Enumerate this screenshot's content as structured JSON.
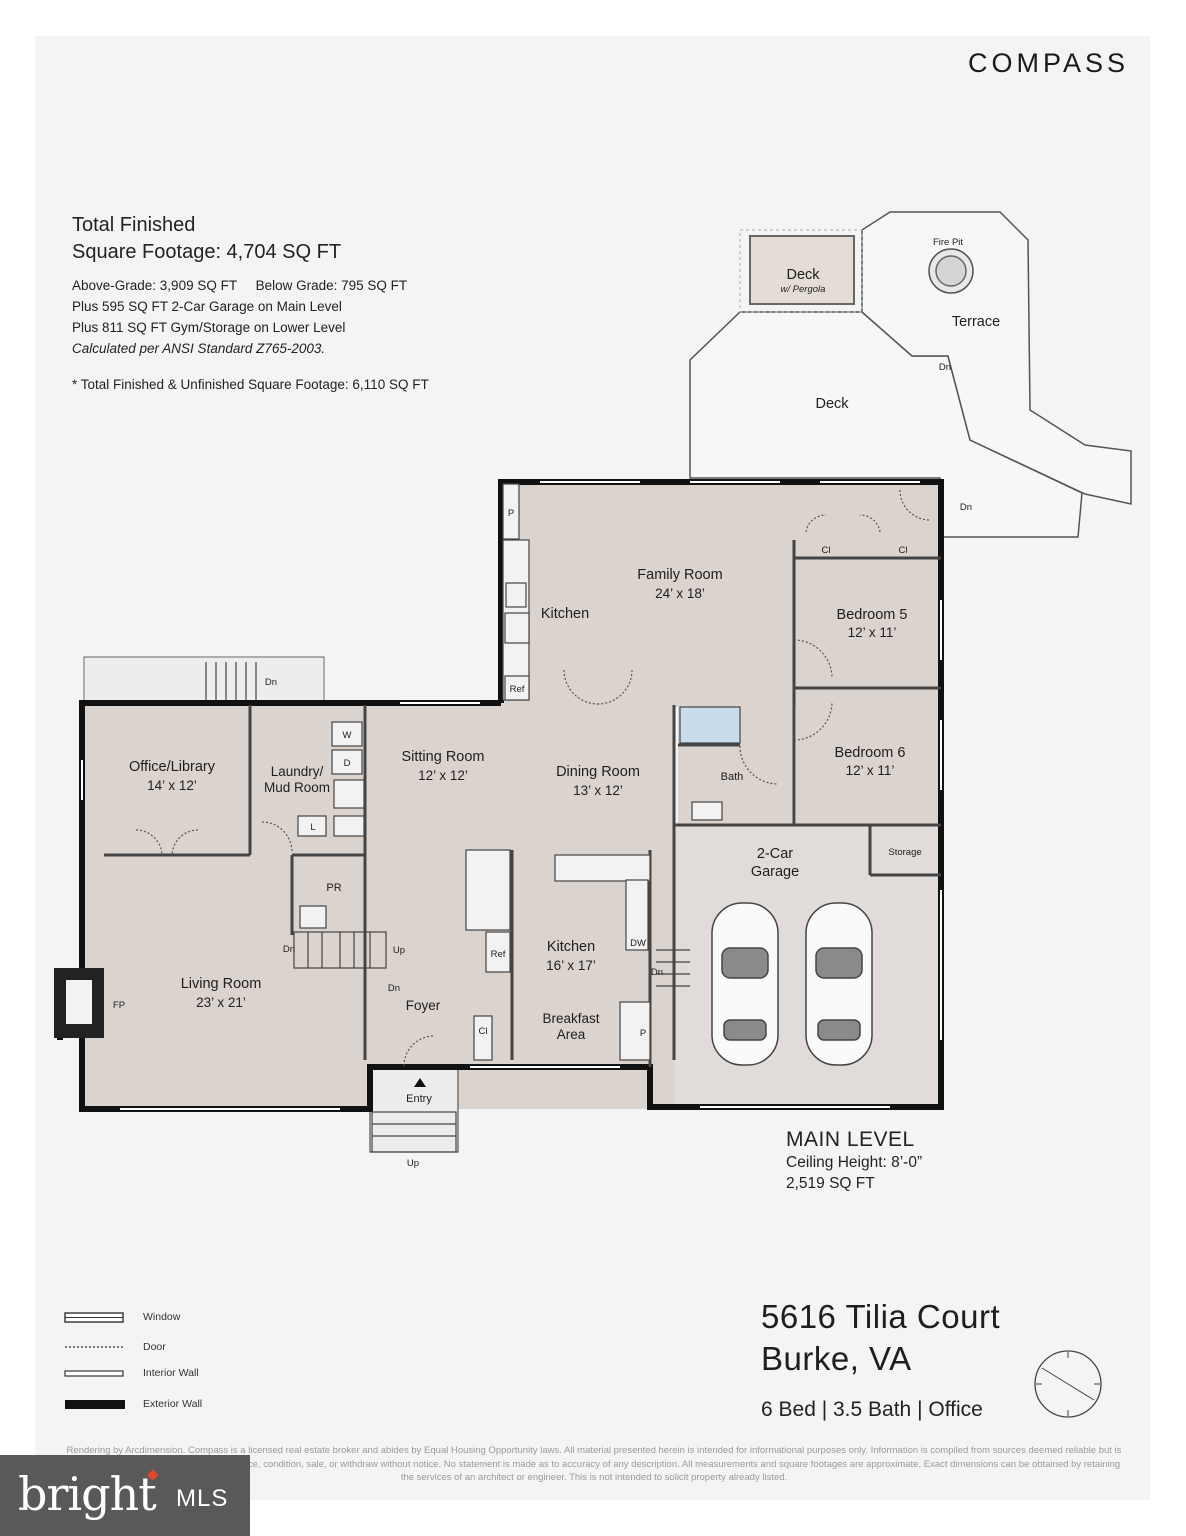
{
  "brand": "COMPASS",
  "summary": {
    "title_line1": "Total Finished",
    "title_line2": "Square Footage: 4,704 SQ FT",
    "line1": "Above-Grade: 3,909 SQ FT     Below Grade: 795 SQ FT",
    "line2": "Plus 595 SQ FT 2-Car Garage on Main Level",
    "line3": "Plus 811 SQ FT Gym/Storage on Lower Level",
    "line4": "Calculated per ANSI Standard Z765-2003.",
    "note": "* Total Finished & Unfinished Square Footage: 6,110 SQ FT"
  },
  "rooms": {
    "deck_pergola": "Deck",
    "deck_pergola_sub": "w/ Pergola",
    "fire_pit": "Fire Pit",
    "terrace": "Terrace",
    "deck": "Deck",
    "family_room": "Family Room",
    "family_room_dim": "24’ x 18’",
    "kitchen_upper": "Kitchen",
    "bedroom5": "Bedroom 5",
    "bedroom5_dim": "12’ x 11’",
    "bedroom6": "Bedroom 6",
    "bedroom6_dim": "12’ x 11’",
    "bath": "Bath",
    "office": "Office/Library",
    "office_dim": "14’ x 12’",
    "laundry1": "Laundry/",
    "laundry2": "Mud Room",
    "sitting": "Sitting Room",
    "sitting_dim": "12’ x 12’",
    "dining": "Dining Room",
    "dining_dim": "13’ x 12’",
    "garage1": "2-Car",
    "garage2": "Garage",
    "storage": "Storage",
    "pr": "PR",
    "living": "Living Room",
    "living_dim": "23’ x 21’",
    "kitchen": "Kitchen",
    "kitchen_dim": "16’ x 17’",
    "breakfast1": "Breakfast",
    "breakfast2": "Area",
    "foyer": "Foyer",
    "entry": "Entry"
  },
  "fixtures": {
    "p": "P",
    "cl": "Cl",
    "ref": "Ref",
    "w": "W",
    "d": "D",
    "l": "L",
    "dw": "DW",
    "fp": "FP",
    "dn": "Dn",
    "up": "Up"
  },
  "level": {
    "title": "MAIN LEVEL",
    "ceiling": "Ceiling Height: 8’-0”",
    "sqft": "2,519 SQ FT"
  },
  "address": {
    "street": "5616 Tilia Court",
    "city": "Burke, VA",
    "specs": "6 Bed | 3.5 Bath | Office"
  },
  "legend": [
    "Window",
    "Door",
    "Interior Wall",
    "Exterior Wall"
  ],
  "disclaimer": "Rendering by Arcdimension. Compass is a licensed real estate broker and abides by Equal Housing Opportunity laws. All material presented herein is intended for informational purposes only. Information is compiled from sources deemed reliable but is subject to errors, omissions, changes in price, condition, sale, or withdraw without notice. No statement is made as to accuracy of any description. All measurements and square footages are approximate. Exact dimensions can be obtained by retaining the services of an architect or engineer. This is not intended to solicit property already listed.",
  "watermark": {
    "word": "bright",
    "mls": "MLS"
  }
}
